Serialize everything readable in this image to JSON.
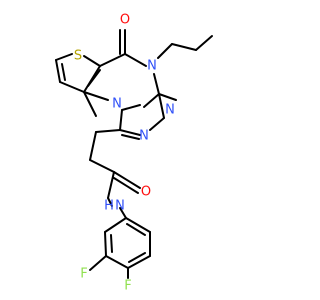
{
  "atoms": [
    {
      "id": "S1",
      "label": "S",
      "color": "#b3a200"
    },
    {
      "id": "O1",
      "label": "O",
      "color": "#ff0d0d"
    },
    {
      "id": "N4",
      "label": "N",
      "color": "#3050f8"
    },
    {
      "id": "N1",
      "label": "N",
      "color": "#3050f8"
    },
    {
      "id": "N2",
      "label": "N",
      "color": "#3050f8"
    },
    {
      "id": "N3",
      "label": "N",
      "color": "#3050f8"
    },
    {
      "id": "O2",
      "label": "O",
      "color": "#ff0d0d"
    },
    {
      "id": "NH",
      "label": "N",
      "color": "#3050f8"
    },
    {
      "id": "H",
      "label": "H",
      "color": "#3050f8"
    },
    {
      "id": "F1",
      "label": "F",
      "color": "#90e050"
    },
    {
      "id": "F2",
      "label": "F",
      "color": "#90e050"
    }
  ]
}
